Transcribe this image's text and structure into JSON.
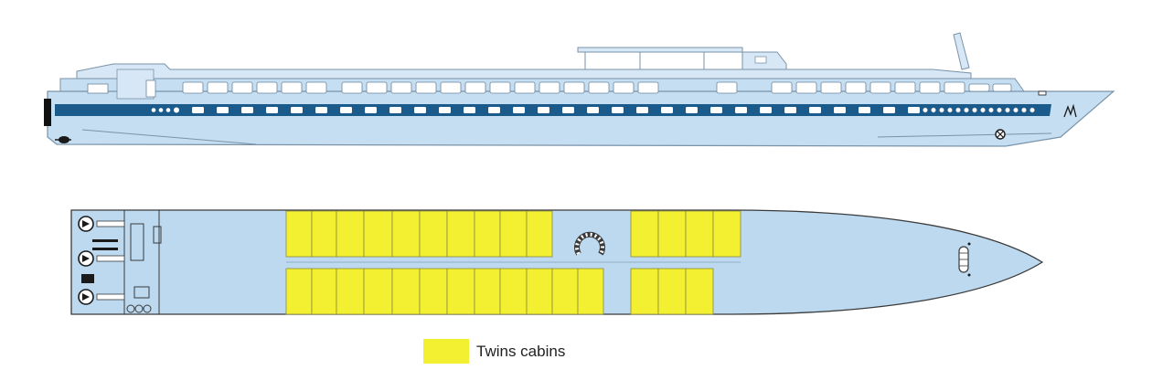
{
  "legend": {
    "twins_label": "Twins cabins"
  },
  "colors": {
    "hull": "#c6def2",
    "hull_stroke": "#7a93a8",
    "stripe": "#1a5b8c",
    "deck": "#bcd9ef",
    "cabin": "#f3f032",
    "cabin_stroke": "#8a8a3a",
    "outline": "#3a3a3a",
    "window": "#ffffff"
  },
  "icons": {
    "propeller": "propeller-icon",
    "spiral_stair": "spiral-staircase-icon",
    "anchor_emblem": "ship-emblem-icon"
  },
  "cabins": {
    "top_row_left_count": 10,
    "top_row_right_count": 4,
    "bottom_row_left_count": 12,
    "bottom_row_right_count": 3
  }
}
